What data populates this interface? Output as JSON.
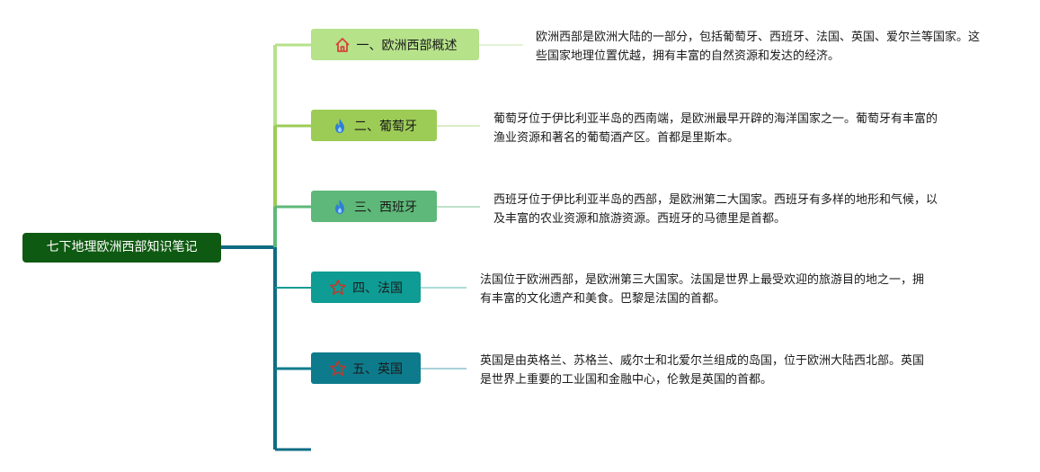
{
  "root": {
    "label": "七下地理欧洲西部知识笔记"
  },
  "colors": {
    "root_bg": "#0f5a12",
    "trunk": "#0e6c84",
    "branch1": "#b6e28a",
    "branch2": "#9ccc55",
    "branch3": "#5eb879",
    "branch4": "#0f9c94",
    "branch5": "#0e7b8c"
  },
  "nodes": [
    {
      "label": "一、欧洲西部概述",
      "icon": "house-icon",
      "text": "欧洲西部是欧洲大陆的一部分，包括葡萄牙、西班牙、法国、英国、爱尔兰等国家。这些国家地理位置优越，拥有丰富的自然资源和发达的经济。"
    },
    {
      "label": "二、葡萄牙",
      "icon": "flame-icon",
      "text": "葡萄牙位于伊比利亚半岛的西南端，是欧洲最早开辟的海洋国家之一。葡萄牙有丰富的渔业资源和著名的葡萄酒产区。首都是里斯本。"
    },
    {
      "label": "三、西班牙",
      "icon": "flame-icon",
      "text": "西班牙位于伊比利亚半岛的西部，是欧洲第二大国家。西班牙有多样的地形和气候，以及丰富的农业资源和旅游资源。西班牙的马德里是首都。"
    },
    {
      "label": "四、法国",
      "icon": "star-icon",
      "text": "法国位于欧洲西部，是欧洲第三大国家。法国是世界上最受欢迎的旅游目的地之一，拥有丰富的文化遗产和美食。巴黎是法国的首都。"
    },
    {
      "label": "五、英国",
      "icon": "star-icon",
      "text": "英国是由英格兰、苏格兰、威尔士和北爱尔兰组成的岛国，位于欧洲大陆西北部。英国是世界上重要的工业国和金融中心，伦敦是英国的首都。"
    }
  ]
}
